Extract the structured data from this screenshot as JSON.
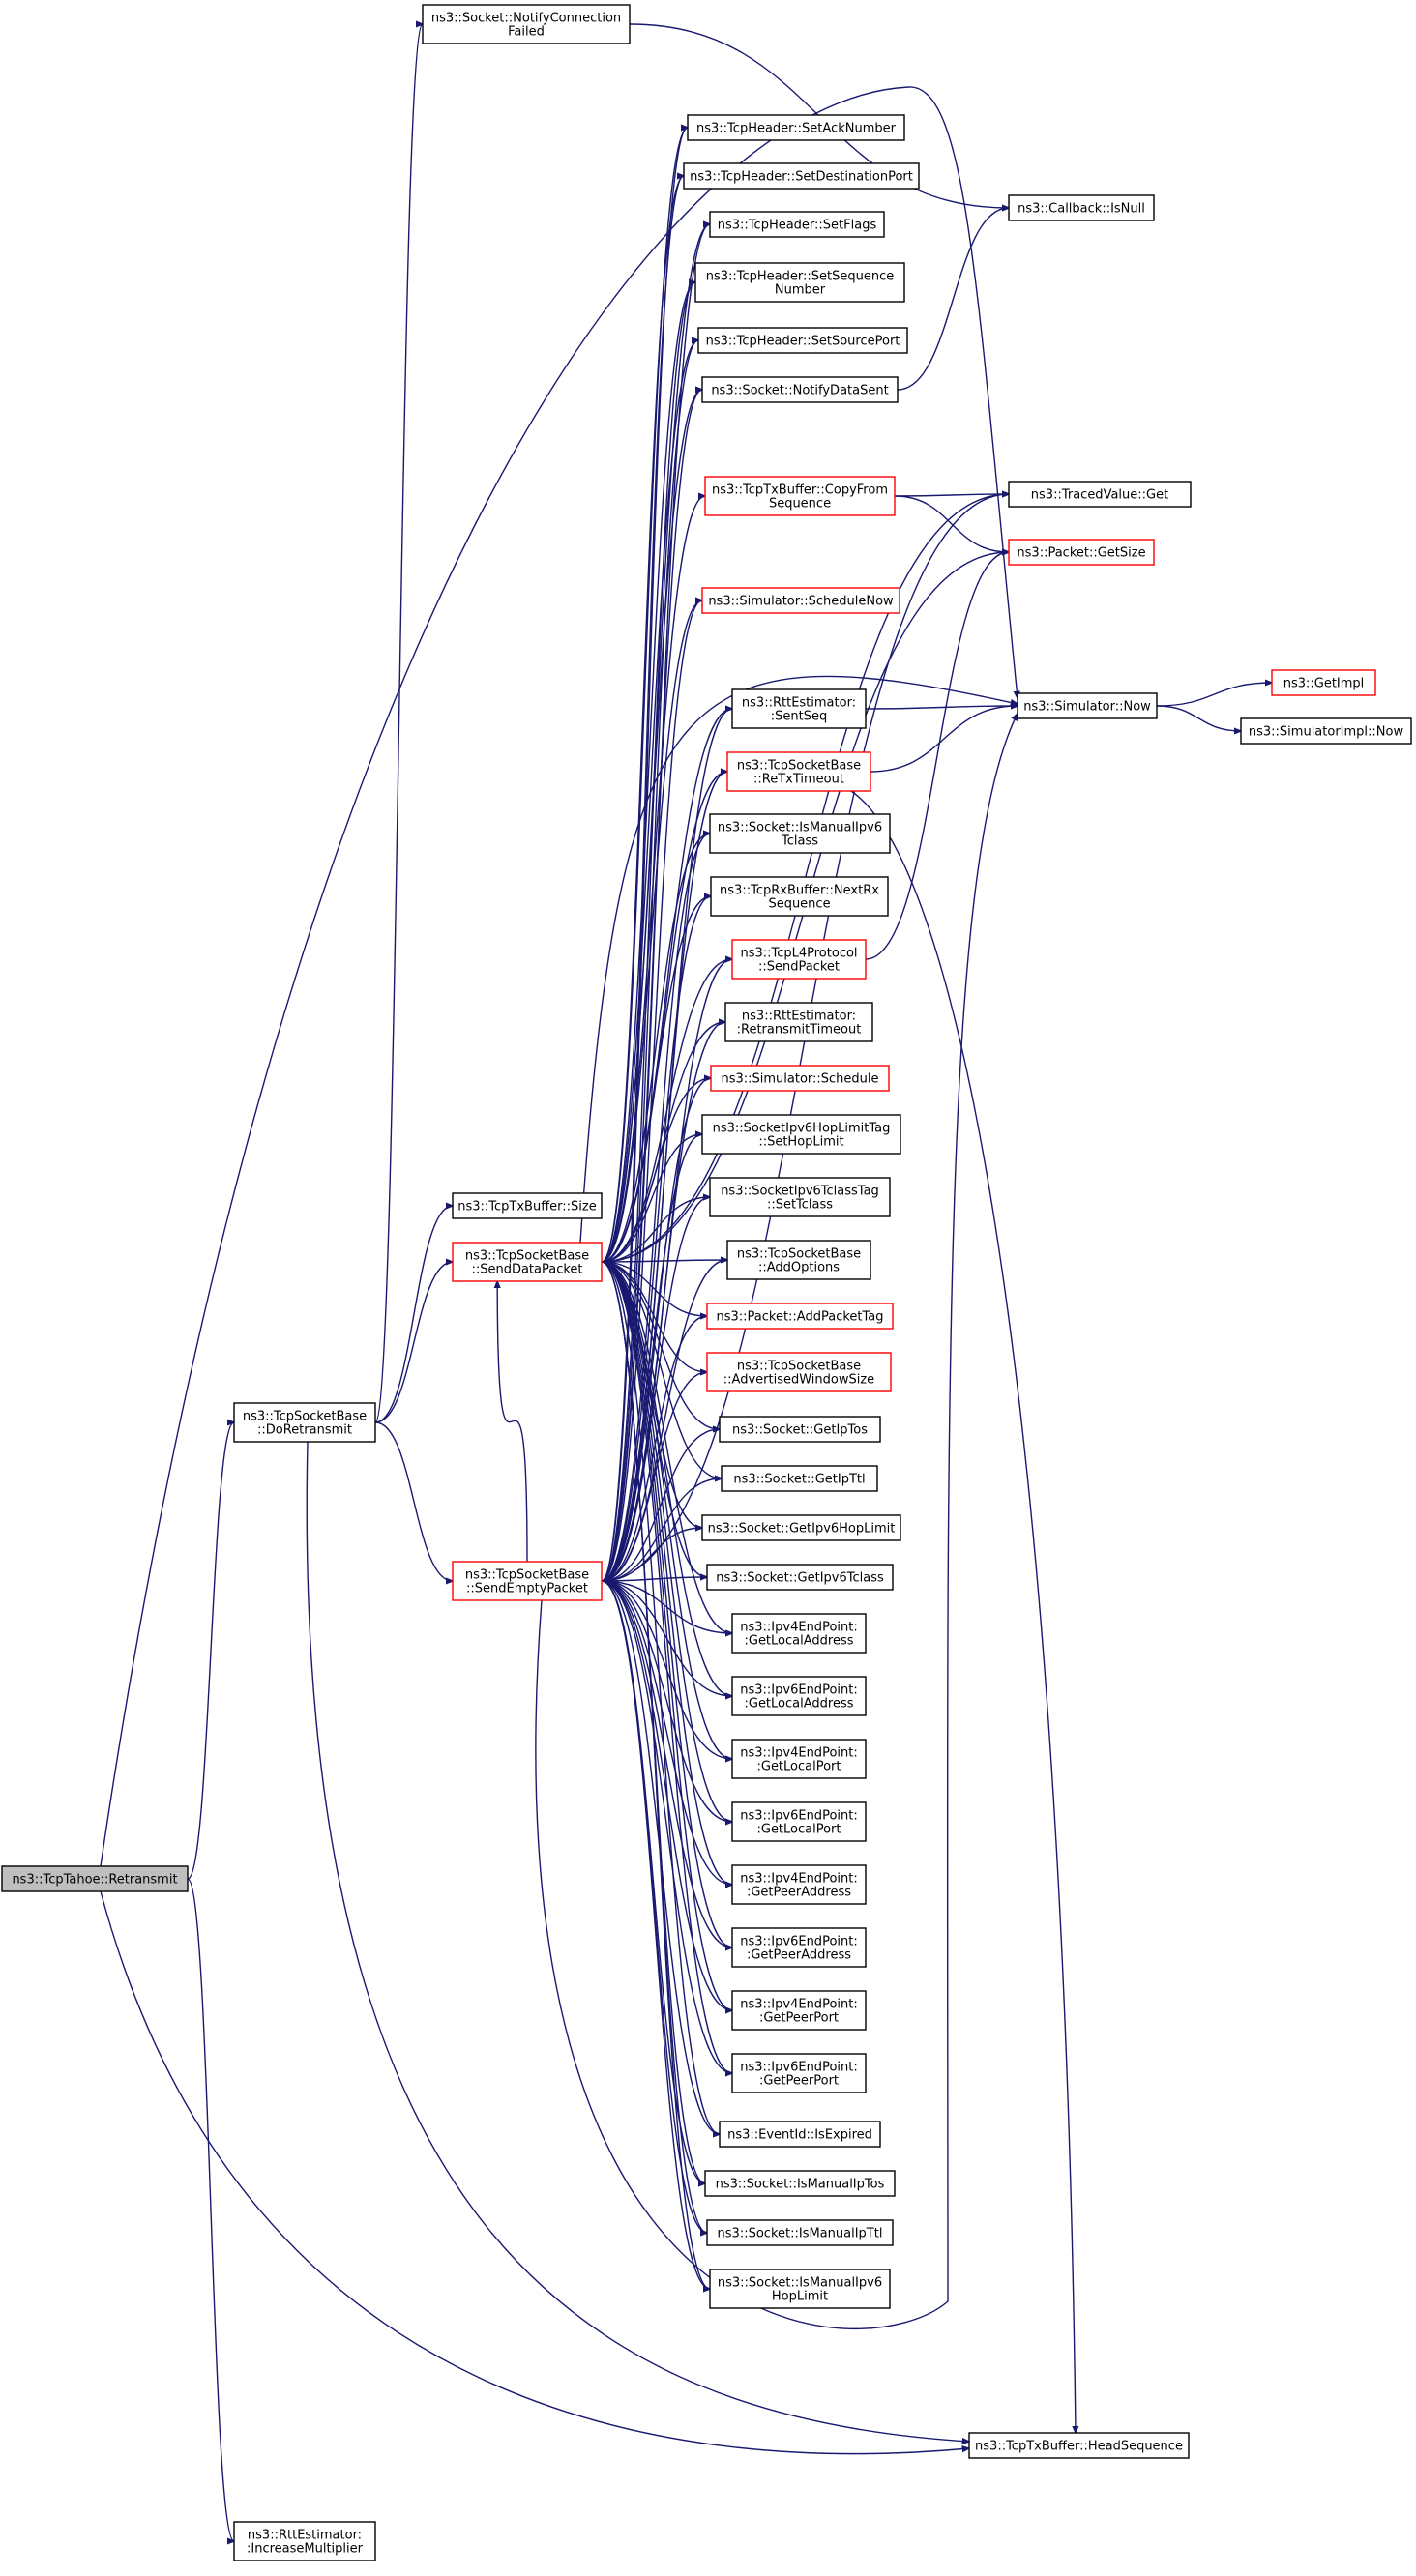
{
  "colors": {
    "edge": "#191970",
    "node_border": "#000000",
    "node_border_truncated": "#ff0000",
    "root_fill": "#bfbfbf",
    "background": "#ffffff"
  },
  "nodes": {
    "retransmit": {
      "lines": [
        "ns3::TcpTahoe::Retransmit"
      ],
      "style": "root"
    },
    "doRetransmit": {
      "lines": [
        "ns3::TcpSocketBase",
        "::DoRetransmit"
      ],
      "style": "normal"
    },
    "increaseMultiplier": {
      "lines": [
        "ns3::RttEstimator:",
        ":IncreaseMultiplier"
      ],
      "style": "normal"
    },
    "notifyConnectionFailed": {
      "lines": [
        "ns3::Socket::NotifyConnection",
        "Failed"
      ],
      "style": "normal"
    },
    "txBufferSize": {
      "lines": [
        "ns3::TcpTxBuffer::Size"
      ],
      "style": "normal"
    },
    "sendDataPacket": {
      "lines": [
        "ns3::TcpSocketBase",
        "::SendDataPacket"
      ],
      "style": "red"
    },
    "sendEmptyPacket": {
      "lines": [
        "ns3::TcpSocketBase",
        "::SendEmptyPacket"
      ],
      "style": "red"
    },
    "setAckNumber": {
      "lines": [
        "ns3::TcpHeader::SetAckNumber"
      ],
      "style": "normal"
    },
    "setDestinationPort": {
      "lines": [
        "ns3::TcpHeader::SetDestinationPort"
      ],
      "style": "normal"
    },
    "setFlags": {
      "lines": [
        "ns3::TcpHeader::SetFlags"
      ],
      "style": "normal"
    },
    "setSequenceNumber": {
      "lines": [
        "ns3::TcpHeader::SetSequence",
        "Number"
      ],
      "style": "normal"
    },
    "setSourcePort": {
      "lines": [
        "ns3::TcpHeader::SetSourcePort"
      ],
      "style": "normal"
    },
    "notifyDataSent": {
      "lines": [
        "ns3::Socket::NotifyDataSent"
      ],
      "style": "normal"
    },
    "copyFromSequence": {
      "lines": [
        "ns3::TcpTxBuffer::CopyFrom",
        "Sequence"
      ],
      "style": "red"
    },
    "scheduleNow": {
      "lines": [
        "ns3::Simulator::ScheduleNow"
      ],
      "style": "red"
    },
    "sentSeq": {
      "lines": [
        "ns3::RttEstimator:",
        ":SentSeq"
      ],
      "style": "normal"
    },
    "reTxTimeout": {
      "lines": [
        "ns3::TcpSocketBase",
        "::ReTxTimeout"
      ],
      "style": "red"
    },
    "isManualIpv6Tclass": {
      "lines": [
        "ns3::Socket::IsManualIpv6",
        "Tclass"
      ],
      "style": "normal"
    },
    "nextRxSequence": {
      "lines": [
        "ns3::TcpRxBuffer::NextRx",
        "Sequence"
      ],
      "style": "normal"
    },
    "l4SendPacket": {
      "lines": [
        "ns3::TcpL4Protocol",
        "::SendPacket"
      ],
      "style": "red"
    },
    "retransmitTimeout": {
      "lines": [
        "ns3::RttEstimator:",
        ":RetransmitTimeout"
      ],
      "style": "normal"
    },
    "simSchedule": {
      "lines": [
        "ns3::Simulator::Schedule"
      ],
      "style": "red"
    },
    "setHopLimit": {
      "lines": [
        "ns3::SocketIpv6HopLimitTag",
        "::SetHopLimit"
      ],
      "style": "normal"
    },
    "setTclass": {
      "lines": [
        "ns3::SocketIpv6TclassTag",
        "::SetTclass"
      ],
      "style": "normal"
    },
    "addOptions": {
      "lines": [
        "ns3::TcpSocketBase",
        "::AddOptions"
      ],
      "style": "normal"
    },
    "addPacketTag": {
      "lines": [
        "ns3::Packet::AddPacketTag"
      ],
      "style": "red"
    },
    "advertisedWindowSize": {
      "lines": [
        "ns3::TcpSocketBase",
        "::AdvertisedWindowSize"
      ],
      "style": "red"
    },
    "getIpTos": {
      "lines": [
        "ns3::Socket::GetIpTos"
      ],
      "style": "normal"
    },
    "getIpTtl": {
      "lines": [
        "ns3::Socket::GetIpTtl"
      ],
      "style": "normal"
    },
    "getIpv6HopLimit": {
      "lines": [
        "ns3::Socket::GetIpv6HopLimit"
      ],
      "style": "normal"
    },
    "getIpv6Tclass": {
      "lines": [
        "ns3::Socket::GetIpv6Tclass"
      ],
      "style": "normal"
    },
    "ipv4GetLocalAddress": {
      "lines": [
        "ns3::Ipv4EndPoint:",
        ":GetLocalAddress"
      ],
      "style": "normal"
    },
    "ipv6GetLocalAddress": {
      "lines": [
        "ns3::Ipv6EndPoint:",
        ":GetLocalAddress"
      ],
      "style": "normal"
    },
    "ipv4GetLocalPort": {
      "lines": [
        "ns3::Ipv4EndPoint:",
        ":GetLocalPort"
      ],
      "style": "normal"
    },
    "ipv6GetLocalPort": {
      "lines": [
        "ns3::Ipv6EndPoint:",
        ":GetLocalPort"
      ],
      "style": "normal"
    },
    "ipv4GetPeerAddress": {
      "lines": [
        "ns3::Ipv4EndPoint:",
        ":GetPeerAddress"
      ],
      "style": "normal"
    },
    "ipv6GetPeerAddress": {
      "lines": [
        "ns3::Ipv6EndPoint:",
        ":GetPeerAddress"
      ],
      "style": "normal"
    },
    "ipv4GetPeerPort": {
      "lines": [
        "ns3::Ipv4EndPoint:",
        ":GetPeerPort"
      ],
      "style": "normal"
    },
    "ipv6GetPeerPort": {
      "lines": [
        "ns3::Ipv6EndPoint:",
        ":GetPeerPort"
      ],
      "style": "normal"
    },
    "isExpired": {
      "lines": [
        "ns3::EventId::IsExpired"
      ],
      "style": "normal"
    },
    "isManualIpTos": {
      "lines": [
        "ns3::Socket::IsManualIpTos"
      ],
      "style": "normal"
    },
    "isManualIpTtl": {
      "lines": [
        "ns3::Socket::IsManualIpTtl"
      ],
      "style": "normal"
    },
    "isManualIpv6HopLimit": {
      "lines": [
        "ns3::Socket::IsManualIpv6",
        "HopLimit"
      ],
      "style": "normal"
    },
    "callbackIsNull": {
      "lines": [
        "ns3::Callback::IsNull"
      ],
      "style": "normal"
    },
    "tracedValueGet": {
      "lines": [
        "ns3::TracedValue::Get"
      ],
      "style": "normal"
    },
    "packetGetSize": {
      "lines": [
        "ns3::Packet::GetSize"
      ],
      "style": "red"
    },
    "simulatorNow": {
      "lines": [
        "ns3::Simulator::Now"
      ],
      "style": "normal"
    },
    "getImpl": {
      "lines": [
        "ns3::GetImpl"
      ],
      "style": "red"
    },
    "simulatorImplNow": {
      "lines": [
        "ns3::SimulatorImpl::Now"
      ],
      "style": "normal"
    },
    "headSequence": {
      "lines": [
        "ns3::TcpTxBuffer::HeadSequence"
      ],
      "style": "normal"
    }
  }
}
